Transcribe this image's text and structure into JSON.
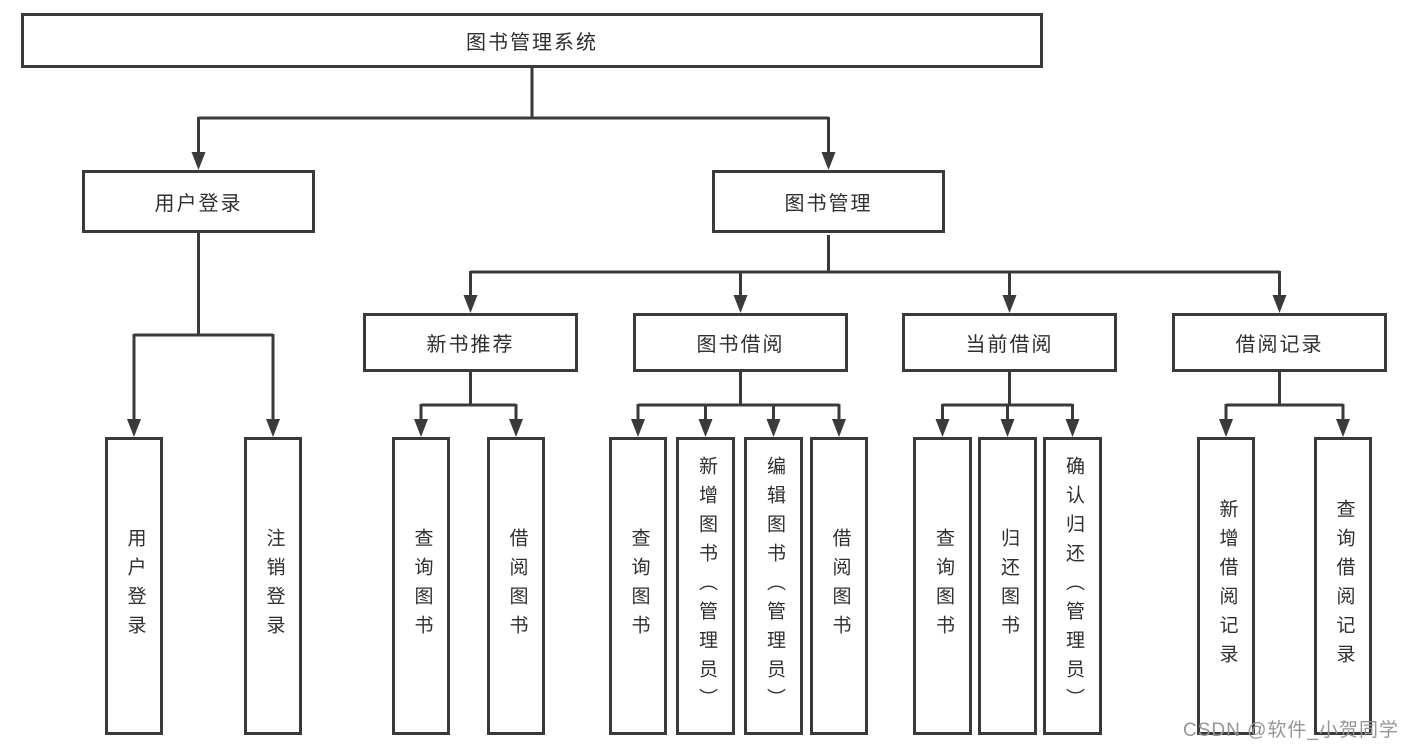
{
  "colors": {
    "line": "#3a3a3a",
    "box_border": "#3a3a3a",
    "box_fill": "#ffffff",
    "text": "#2f2f2f",
    "watermark": "#969696",
    "background": "#ffffff"
  },
  "watermark": "CSDN @软件_小贺同学",
  "tree": {
    "root": {
      "label": "图书管理系统",
      "children": [
        {
          "label": "用户登录",
          "children": [
            {
              "label": "用户登录"
            },
            {
              "label": "注销登录"
            }
          ]
        },
        {
          "label": "图书管理",
          "children": [
            {
              "label": "新书推荐",
              "children": [
                {
                  "label": "查询图书"
                },
                {
                  "label": "借阅图书"
                }
              ]
            },
            {
              "label": "图书借阅",
              "children": [
                {
                  "label": "查询图书"
                },
                {
                  "label": "新增图书（管理员）"
                },
                {
                  "label": "编辑图书（管理员）"
                },
                {
                  "label": "借阅图书"
                }
              ]
            },
            {
              "label": "当前借阅",
              "children": [
                {
                  "label": "查询图书"
                },
                {
                  "label": "归还图书"
                },
                {
                  "label": "确认归还（管理员）"
                }
              ]
            },
            {
              "label": "借阅记录",
              "children": [
                {
                  "label": "新增借阅记录"
                },
                {
                  "label": "查询借阅记录"
                }
              ]
            }
          ]
        }
      ]
    }
  }
}
